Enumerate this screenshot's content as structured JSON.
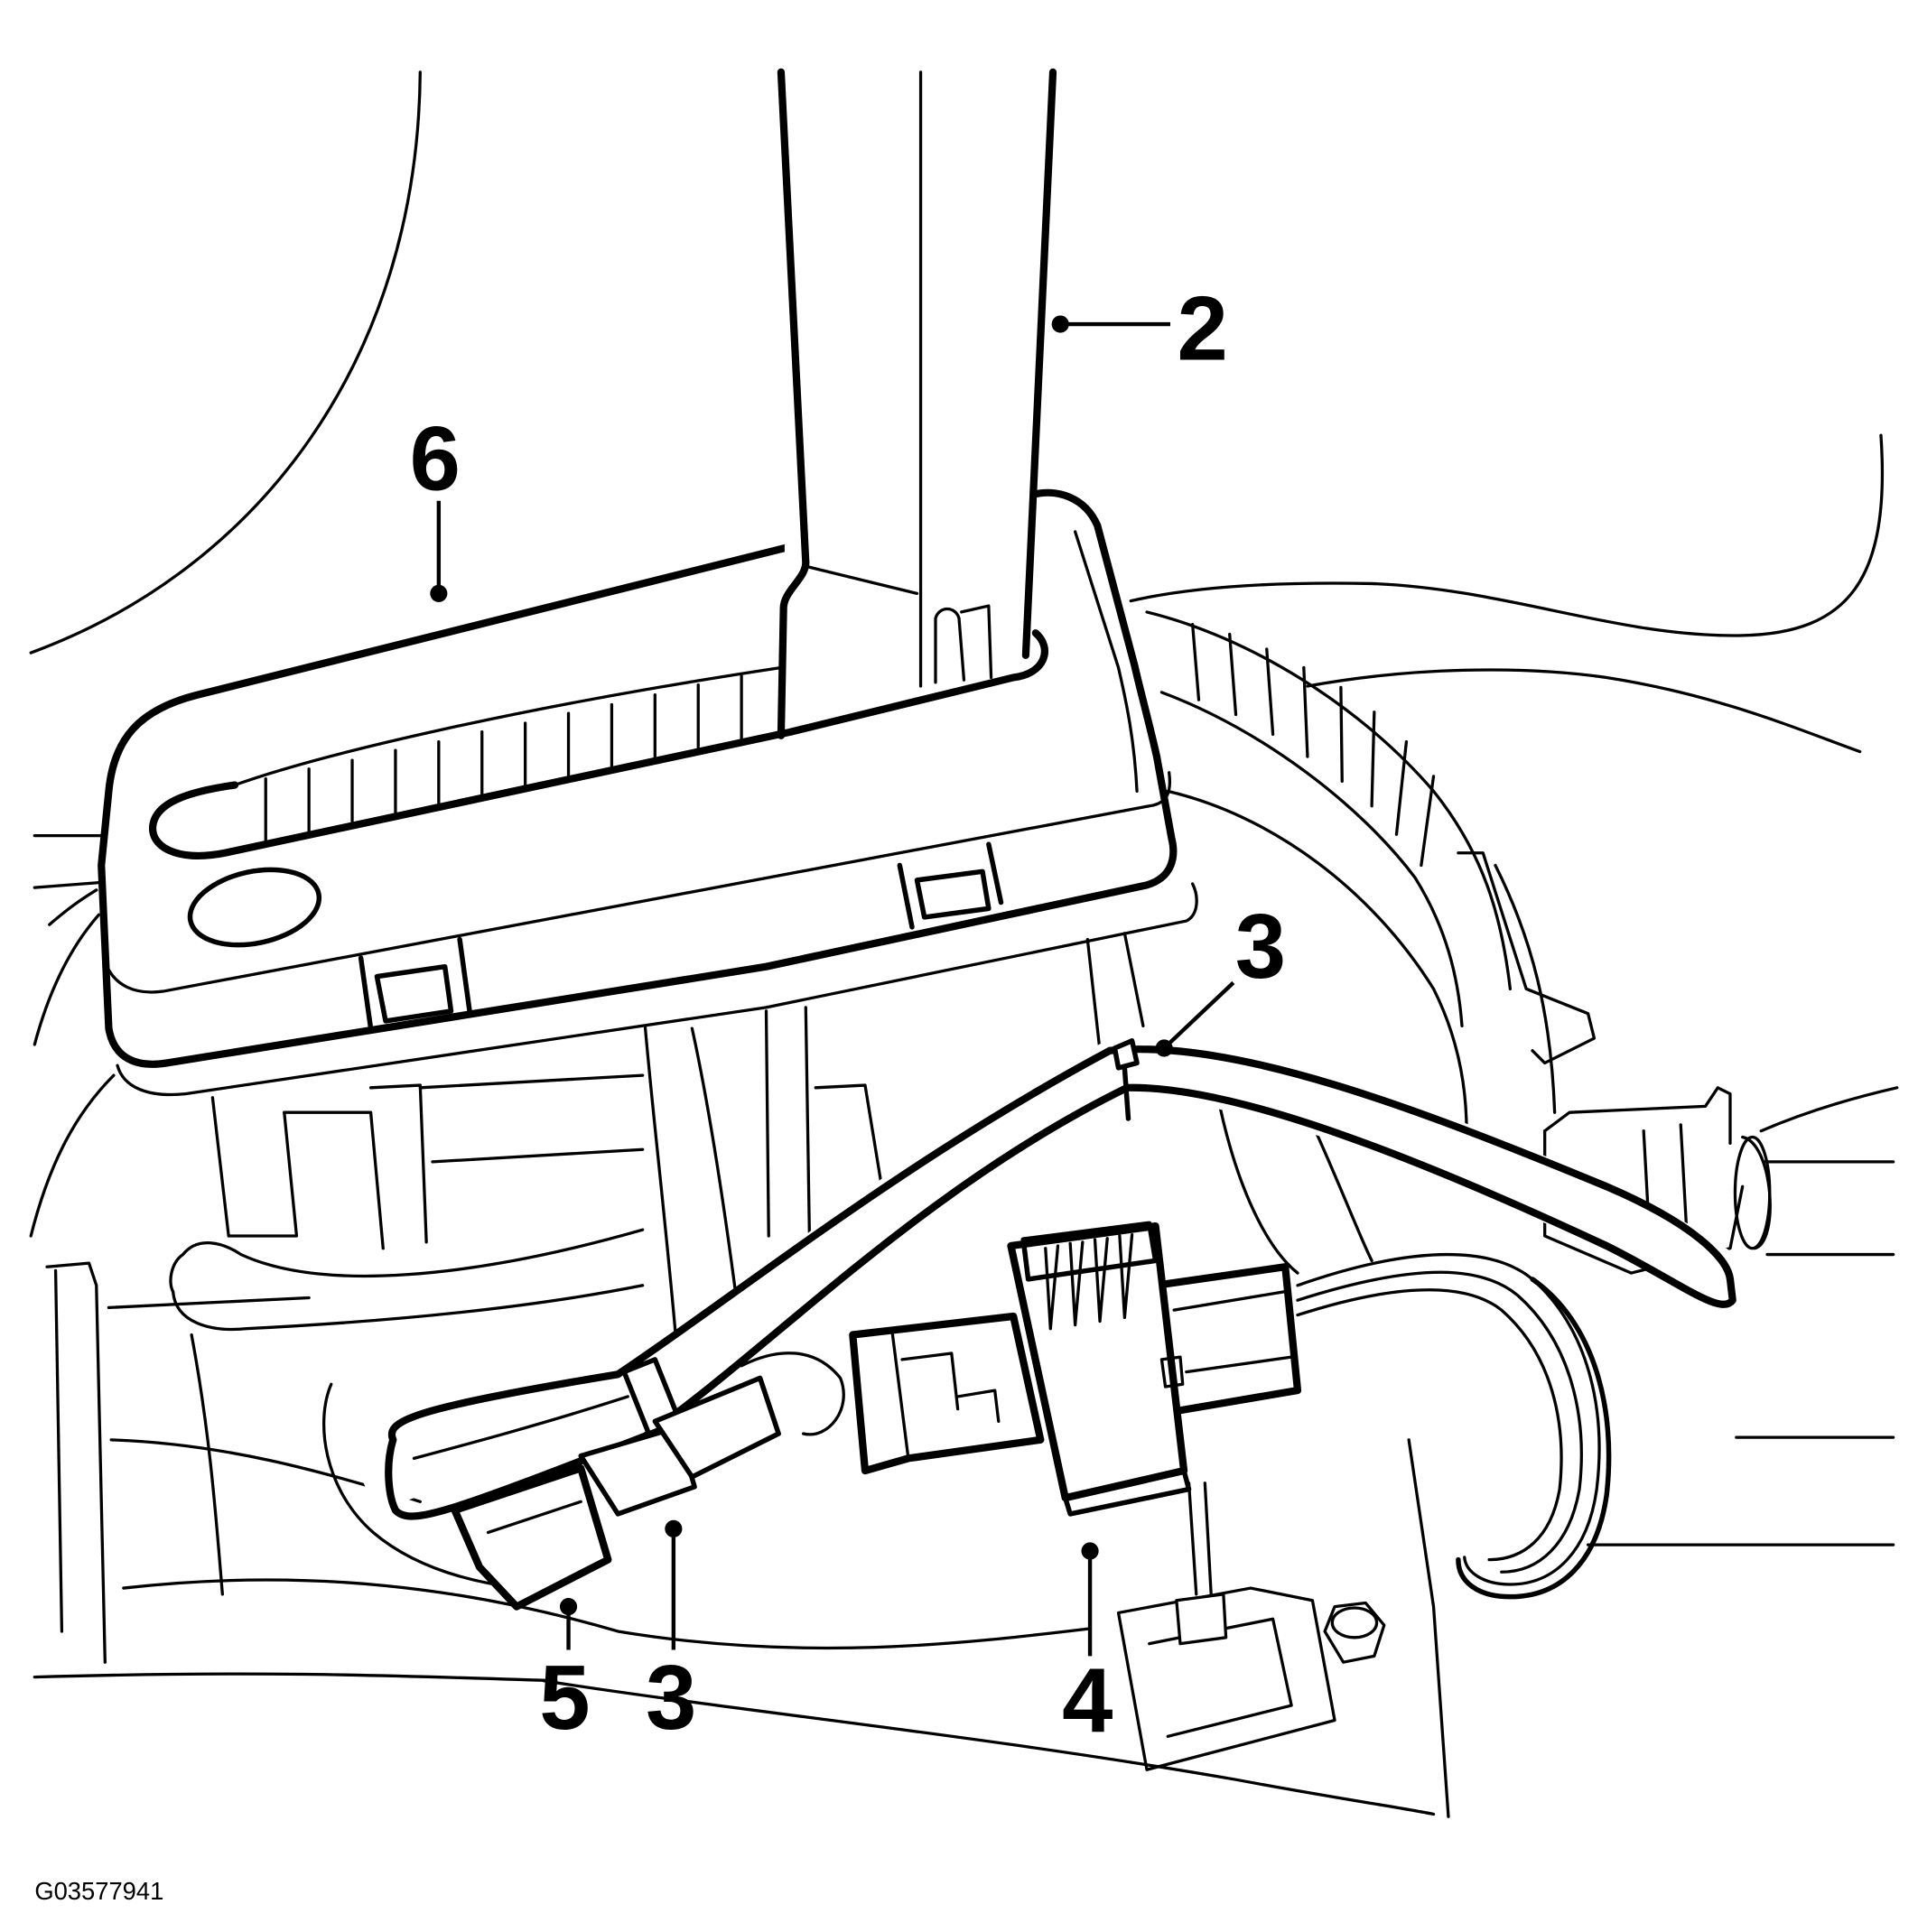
{
  "callouts": [
    {
      "label": "2"
    },
    {
      "label": "6"
    },
    {
      "label": "3"
    },
    {
      "label": "5"
    },
    {
      "label": "3"
    },
    {
      "label": "4"
    }
  ],
  "figure_id": "G03577941"
}
